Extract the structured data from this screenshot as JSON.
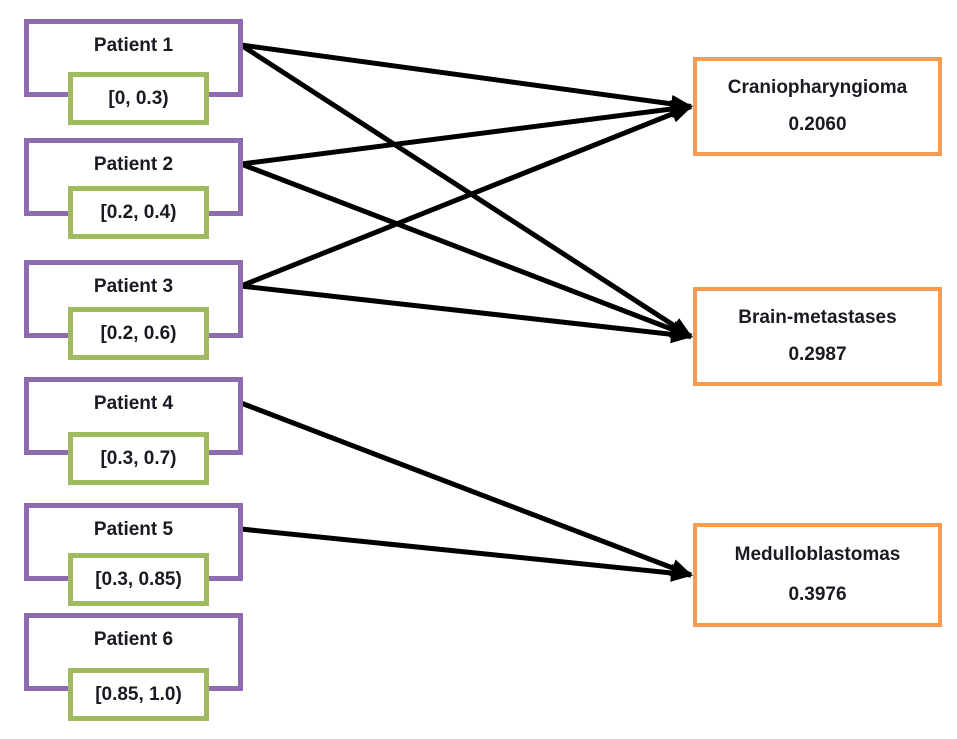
{
  "diagram": {
    "colors": {
      "patient_border": "#8C6BAE",
      "interval_border": "#9EBC5F",
      "tumor_border": "#F79B50",
      "arrow": "#000000",
      "text": "#1a1a22"
    },
    "patients": [
      {
        "id": "patient-1",
        "label": "Patient 1",
        "interval": "[0, 0.3)"
      },
      {
        "id": "patient-2",
        "label": "Patient 2",
        "interval": "[0.2, 0.4)"
      },
      {
        "id": "patient-3",
        "label": "Patient 3",
        "interval": "[0.2, 0.6)"
      },
      {
        "id": "patient-4",
        "label": "Patient 4",
        "interval": "[0.3, 0.7)"
      },
      {
        "id": "patient-5",
        "label": "Patient 5",
        "interval": "[0.3, 0.85)"
      },
      {
        "id": "patient-6",
        "label": "Patient 6",
        "interval": "[0.85, 1.0)"
      }
    ],
    "tumors": [
      {
        "id": "craniopharyngioma",
        "label": "Craniopharyngioma",
        "value": "0.2060"
      },
      {
        "id": "brain-metastases",
        "label": "Brain-metastases",
        "value": "0.2987"
      },
      {
        "id": "medulloblastomas",
        "label": "Medulloblastomas",
        "value": "0.3976"
      }
    ],
    "edges": [
      {
        "from": "patient-1",
        "to": "craniopharyngioma"
      },
      {
        "from": "patient-1",
        "to": "brain-metastases"
      },
      {
        "from": "patient-2",
        "to": "craniopharyngioma"
      },
      {
        "from": "patient-2",
        "to": "brain-metastases"
      },
      {
        "from": "patient-3",
        "to": "craniopharyngioma"
      },
      {
        "from": "patient-3",
        "to": "brain-metastases"
      },
      {
        "from": "patient-4",
        "to": "medulloblastomas"
      },
      {
        "from": "patient-5",
        "to": "medulloblastomas"
      }
    ]
  }
}
